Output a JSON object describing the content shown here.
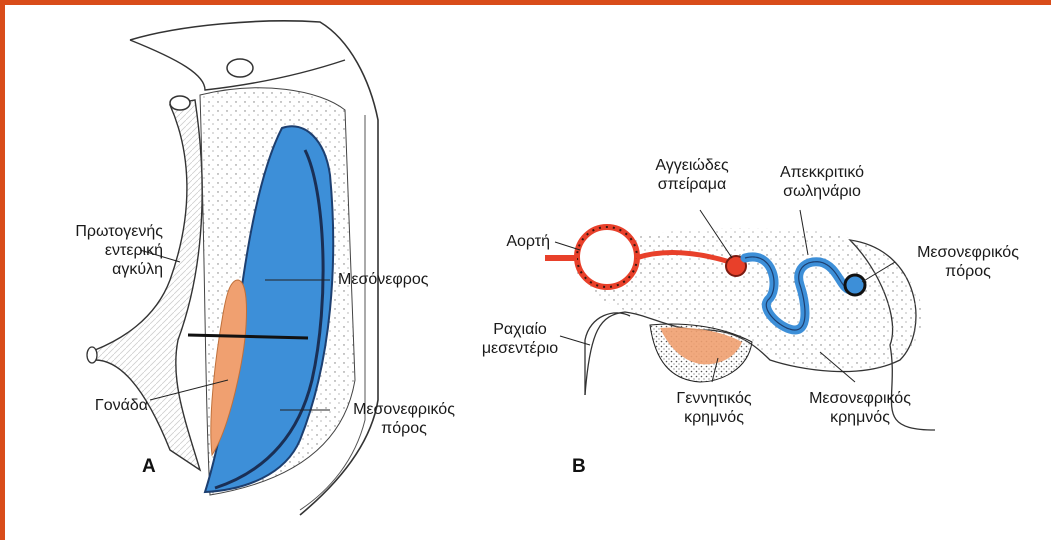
{
  "panel_a": {
    "letter": "A",
    "labels": {
      "gut_loop": "Πρωτογενής\nεντερική\nαγκύλη",
      "gonad": "Γονάδα",
      "mesonephros": "Μεσόνεφρος",
      "mesonephric_duct": "Μεσονεφρικός\nπόρος"
    }
  },
  "panel_b": {
    "letter": "B",
    "labels": {
      "aorta": "Αορτή",
      "glomerulus": "Αγγειώδες\nσπείραμα",
      "excretory_tubule": "Απεκκριτικό\nσωληνάριο",
      "mesonephric_duct": "Μεσονεφρικός\nπόρος",
      "dorsal_mesentery": "Ραχιαίο\nμεσεντέριο",
      "genital_ridge": "Γεννητικός\nκρημνός",
      "mesonephric_ridge": "Μεσονεφρικός\nκρημνός"
    }
  },
  "colors": {
    "frame": "#d94c1a",
    "duct_blue": "#3d8fd8",
    "gonad_orange": "#f0a070",
    "aorta_red": "#e8402a",
    "ink": "#1a1a1a"
  }
}
